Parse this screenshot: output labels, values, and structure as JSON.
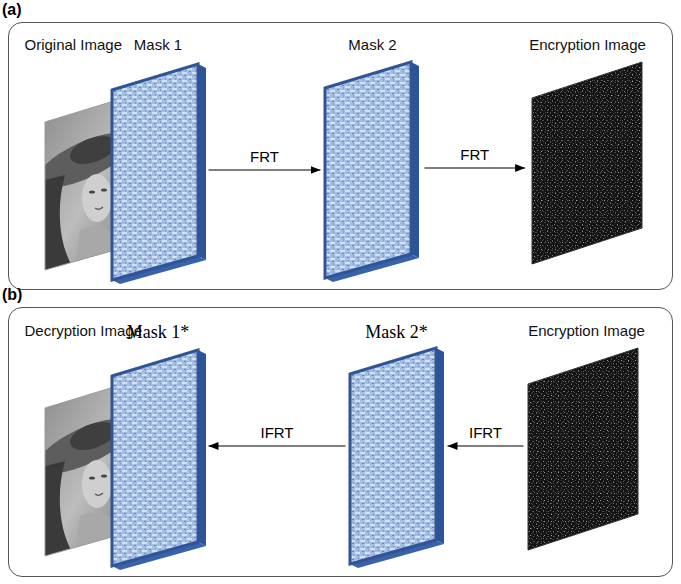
{
  "diagram": {
    "nodes": [
      {
        "text": [
          "(a)"
        ]
      },
      {
        "text": [
          "Original Image"
        ],
        "in": 0
      },
      {
        "text": [
          "Mask 1"
        ],
        "in": 0
      },
      {
        "text": [
          "Mask 2"
        ],
        "in": 0
      },
      {
        "text": [
          "Encryption Image"
        ],
        "in": 0
      },
      {
        "text": [
          "(b)"
        ]
      },
      {
        "text": [
          "Decryption Image"
        ],
        "in": 5
      },
      {
        "text": [
          "Mask 1*"
        ],
        "in": 5
      },
      {
        "text": [
          "Mask 2*"
        ],
        "in": 5
      },
      {
        "text": [
          "Encryption Image"
        ],
        "in": 5
      }
    ],
    "edges": [
      {
        "from": 2,
        "to": 3,
        "arrow": "to",
        "label": "FRT"
      },
      {
        "from": 3,
        "to": 4,
        "arrow": "to",
        "label": "FRT"
      },
      {
        "from": 9,
        "to": 8,
        "arrow": "to",
        "label": "IFRT"
      },
      {
        "from": 8,
        "to": 7,
        "arrow": "to",
        "label": "IFRT"
      }
    ]
  }
}
